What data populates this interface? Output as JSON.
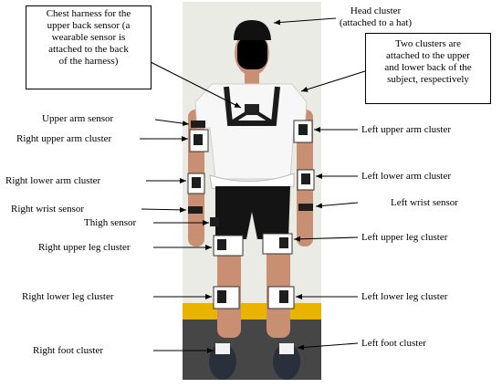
{
  "callout_boxes": {
    "chest_harness": [
      "Chest harness for the",
      "upper back sensor (a",
      "wearable sensor is",
      "attached to the back",
      "of the harness)"
    ],
    "back_clusters": [
      "Two clusters are",
      "attached to the upper",
      "and lower back of the",
      "subject, respectively"
    ]
  },
  "head_cluster": [
    "Head cluster",
    "(attached to a hat)"
  ],
  "left_side_labels": {
    "upper_arm_sensor": "Upper arm sensor",
    "right_upper_arm_cluster": "Right upper arm cluster",
    "right_lower_arm_cluster": "Right lower arm cluster",
    "right_wrist_sensor": "Right wrist sensor",
    "thigh_sensor": "Thigh sensor",
    "right_upper_leg_cluster": "Right upper leg cluster",
    "right_lower_leg_cluster": "Right lower leg cluster",
    "right_foot_cluster": "Right foot cluster"
  },
  "right_side_labels": {
    "left_upper_arm_cluster": "Left upper arm cluster",
    "left_lower_arm_cluster": "Left lower arm cluster",
    "left_wrist_sensor": "Left wrist sensor",
    "left_upper_leg_cluster": "Left upper leg cluster",
    "left_lower_leg_cluster": "Left lower leg cluster",
    "left_foot_cluster": "Left foot cluster"
  },
  "colors": {
    "wall": "#ebebe6",
    "floor": "#464646",
    "yellow_strip": "#e8b400",
    "shirt": "#f7f7f7",
    "shorts": "#141414",
    "skin": "#c98f72",
    "sensor": "#1e1e1e",
    "strap": "#ffffff",
    "arrow": "#000000"
  }
}
